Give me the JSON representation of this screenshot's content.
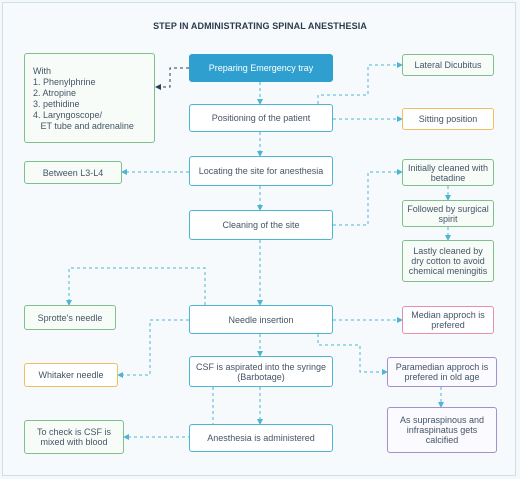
{
  "title": "STEP IN ADMINISTRATING SPINAL ANESTHESIA",
  "main_steps": {
    "emergency_tray": "Preparing Emergency tray",
    "positioning": "Positioning of the patient",
    "locating": "Locating the site for anesthesia",
    "cleaning": "Cleaning of the site",
    "needle_insertion": "Needle insertion",
    "csf_aspirated": "CSF is aspirated into the syringe (Barbotage)",
    "administered": "Anesthesia is administered"
  },
  "emergency_tray_list": {
    "lines": [
      "With",
      "1. Phenylphrine",
      "2. Atropine",
      "3. pethidine",
      "4. Laryngoscope/",
      "   ET tube and adrenaline"
    ]
  },
  "position_options": {
    "lateral": "Lateral Dicubitus",
    "sitting": "Sitting position"
  },
  "site_note": "Between L3-L4",
  "cleaning_steps": {
    "step1": "Initially cleaned with betadine",
    "step2": "Followed by surgical spirit",
    "step3": "Lastly cleaned by dry cotton to avoid chemical meningitis"
  },
  "needles": {
    "sprotte": "Sprotte's needle",
    "whitaker": "Whitaker needle"
  },
  "approaches": {
    "median": "Median approch is prefered",
    "paramedian": "Paramedian approch is prefered in old age",
    "paramedian_reason": "As supraspinous and infraspinatus gets calcified"
  },
  "csf_check": "To check is CSF is mixed with blood",
  "colors": {
    "primary": "#2f9fcf",
    "border_blue": "#4cb6d4",
    "green": "#7fbf8c",
    "yellow": "#f0c060",
    "pink": "#e58fae",
    "purple": "#a590cf"
  }
}
